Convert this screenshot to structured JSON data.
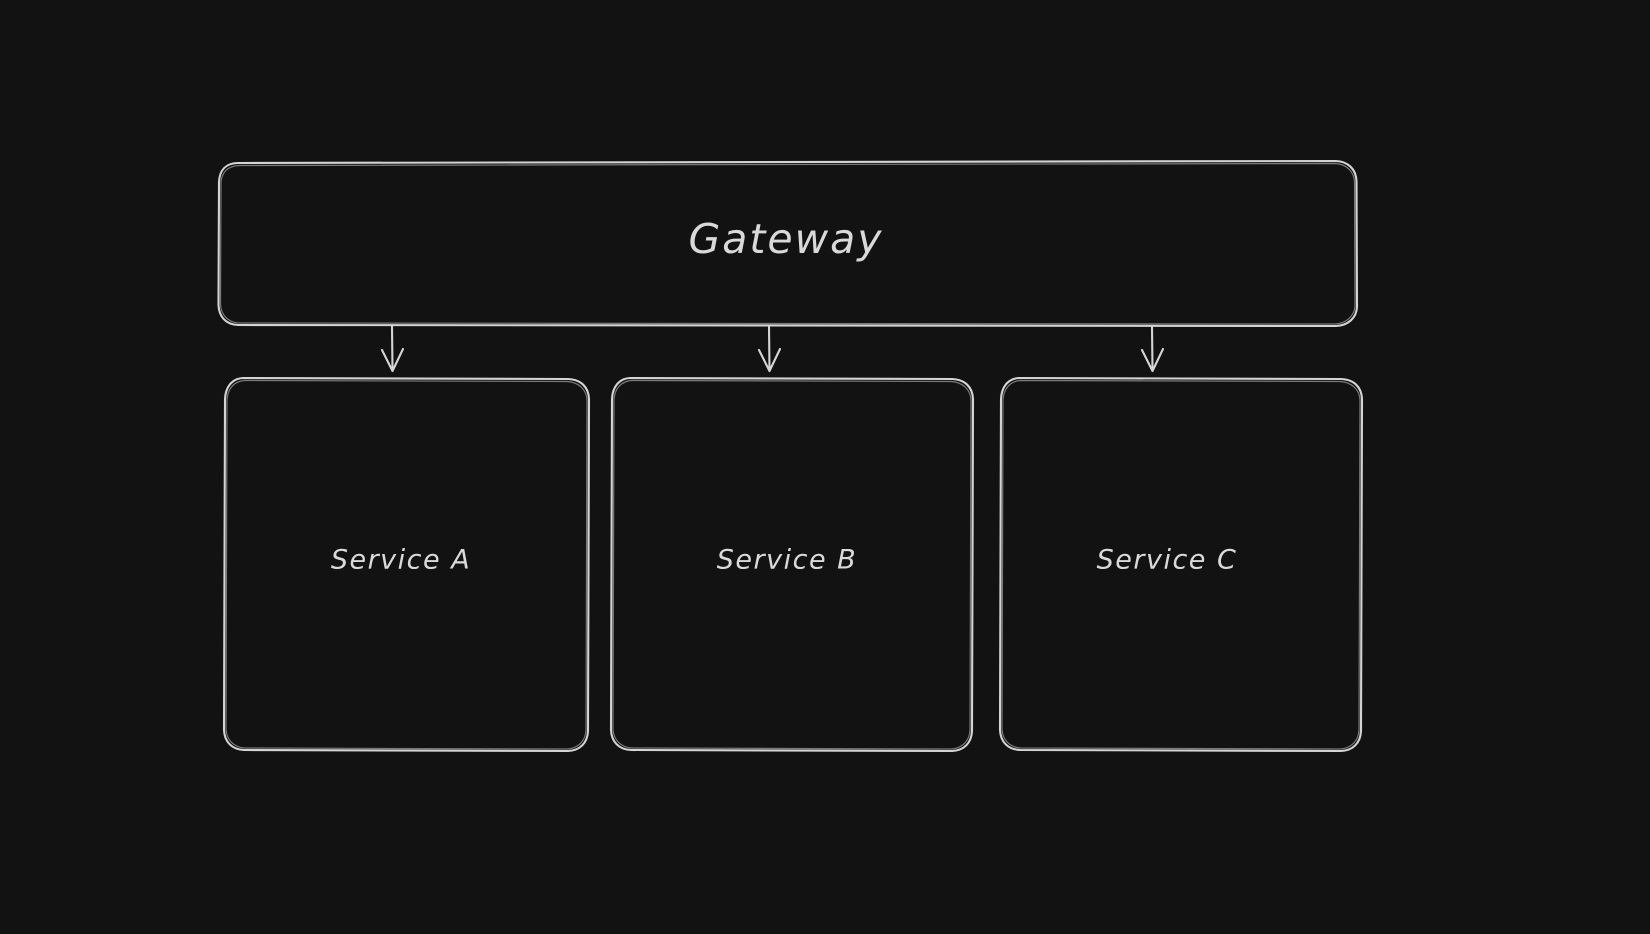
{
  "diagram": {
    "type": "flowchart",
    "style": "hand-drawn-sketch",
    "background_color": "#121212",
    "stroke_color": "#d4d4d4",
    "text_color": "#d9d9d9",
    "nodes": [
      {
        "id": "gateway",
        "label": "Gateway",
        "shape": "rounded-rectangle",
        "role": "entry-point"
      },
      {
        "id": "service-a",
        "label": "Service A",
        "shape": "rounded-rectangle",
        "role": "service"
      },
      {
        "id": "service-b",
        "label": "Service B",
        "shape": "rounded-rectangle",
        "role": "service"
      },
      {
        "id": "service-c",
        "label": "Service C",
        "shape": "rounded-rectangle",
        "role": "service"
      }
    ],
    "edges": [
      {
        "from": "gateway",
        "to": "service-a",
        "arrow": "down",
        "label": ""
      },
      {
        "from": "gateway",
        "to": "service-b",
        "arrow": "down",
        "label": ""
      },
      {
        "from": "gateway",
        "to": "service-c",
        "arrow": "down",
        "label": ""
      }
    ]
  }
}
